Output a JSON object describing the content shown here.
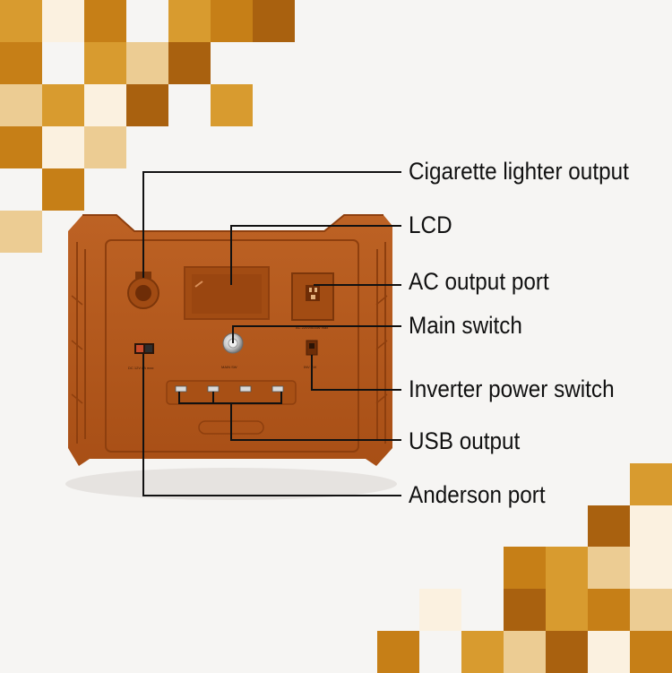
{
  "labels": {
    "cigarette": "Cigarette lighter output",
    "lcd": "LCD",
    "ac": "AC output port",
    "main": "Main switch",
    "inverter": "Inverter power switch",
    "usb": "USB output",
    "anderson": "Anderson port"
  },
  "device_text": {
    "dc_rating": "DC 12V 8A max",
    "ac_rating": "AC 220V/600W max",
    "main_sw": "MAIN SW",
    "inverter_sw": "INV SW"
  },
  "colors": {
    "background": "#f6f5f3",
    "body": "#b3581c",
    "body_dark": "#8e3f0e",
    "line": "#111111",
    "tile_palette": [
      "#d89b2f",
      "#c67f17",
      "#eccc93",
      "#a9610f",
      "#fbf1e0"
    ]
  }
}
